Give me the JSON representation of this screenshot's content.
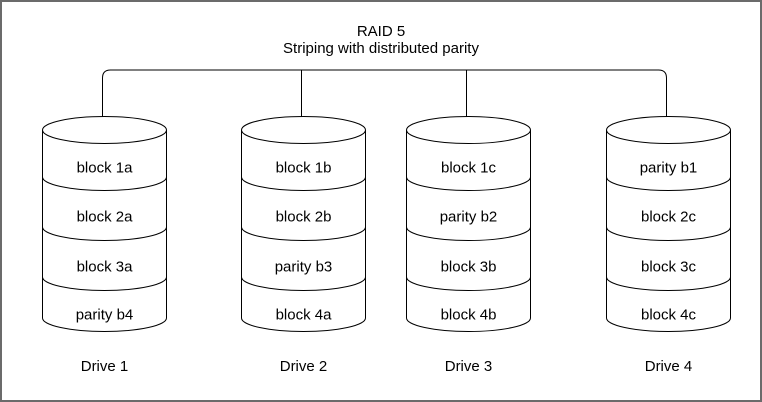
{
  "diagram": {
    "title": "RAID 5",
    "subtitle": "Striping with distributed parity"
  },
  "drives": [
    {
      "label": "Drive 1",
      "blocks": [
        "block 1a",
        "block 2a",
        "block 3a",
        "parity b4"
      ]
    },
    {
      "label": "Drive 2",
      "blocks": [
        "block 1b",
        "block 2b",
        "parity b3",
        "block 4a"
      ]
    },
    {
      "label": "Drive 3",
      "blocks": [
        "block 1c",
        "parity b2",
        "block 3b",
        "block 4b"
      ]
    },
    {
      "label": "Drive 4",
      "blocks": [
        "parity b1",
        "block 2c",
        "block 3c",
        "block 4c"
      ]
    }
  ],
  "colors": {
    "line": "#000000",
    "background": "#ffffff",
    "frame_border": "#6b6b6b",
    "text": "#000000"
  }
}
